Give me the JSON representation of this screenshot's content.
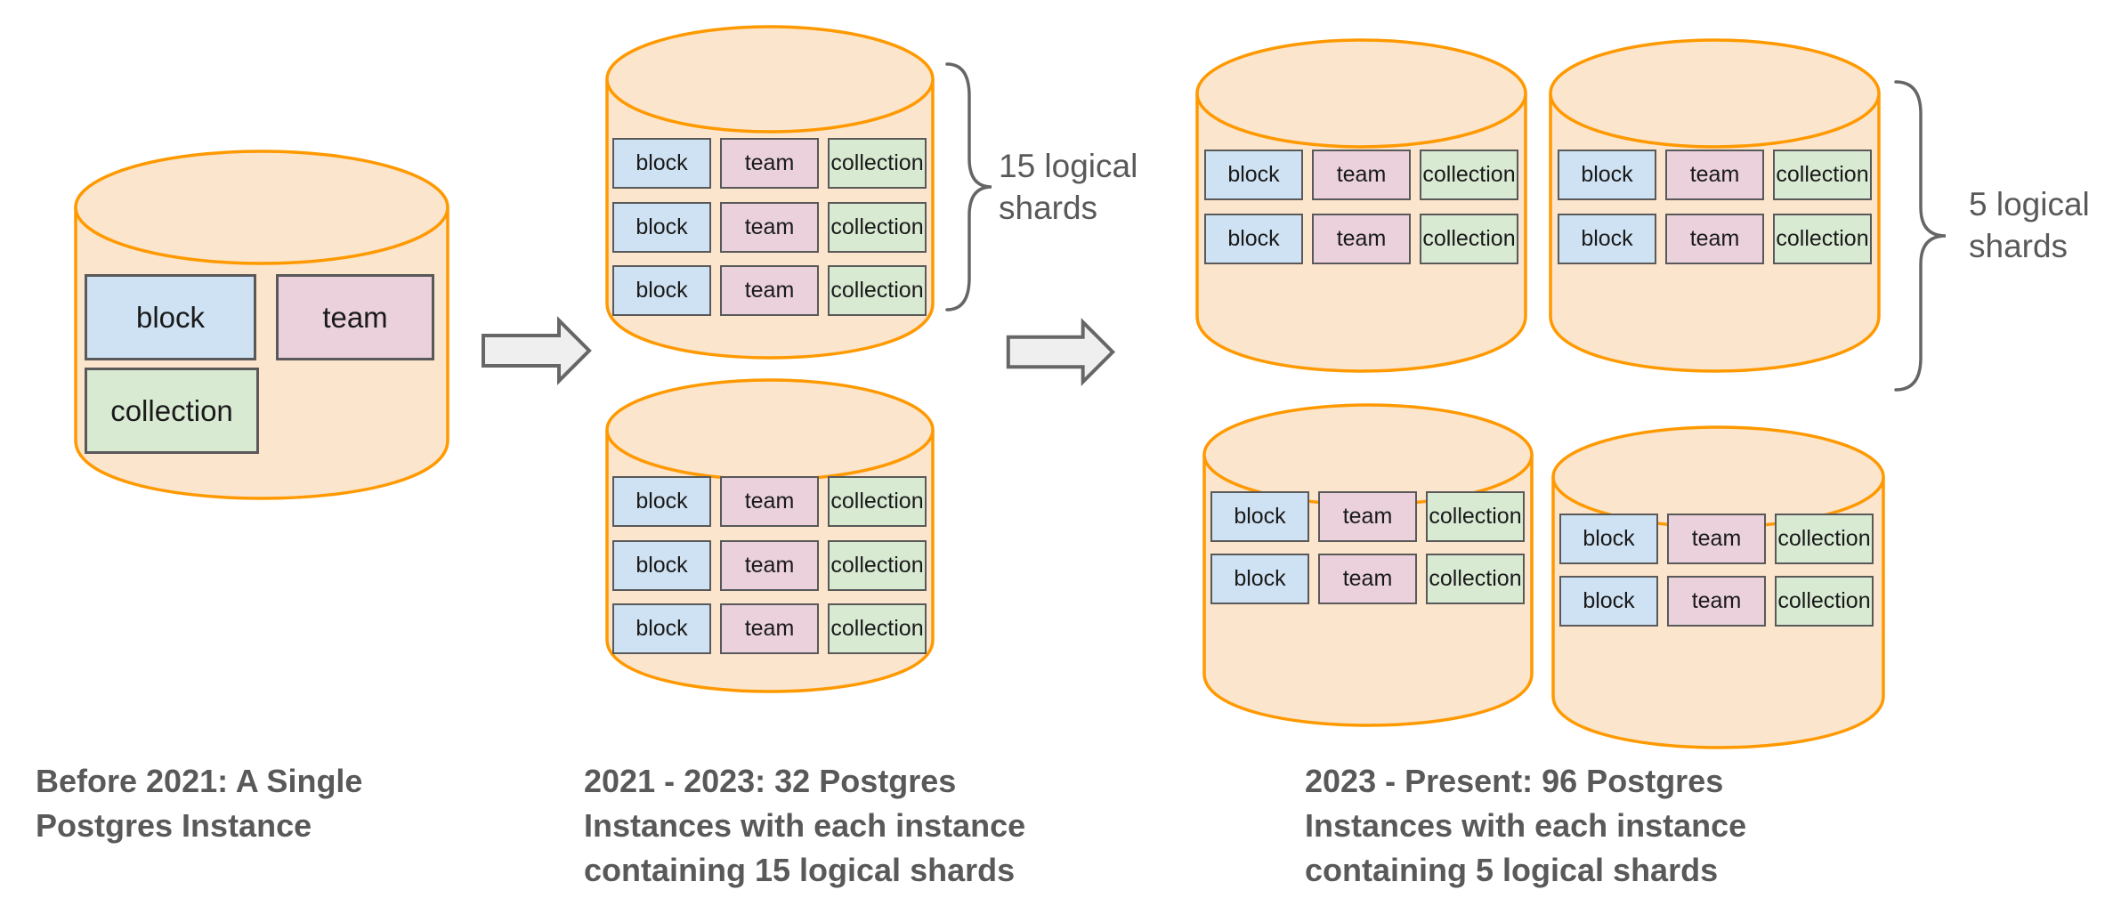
{
  "colors": {
    "cylinder_fill": "#FCE5CD",
    "cylinder_stroke": "#FF9900",
    "block_fill": "#CFE2F3",
    "team_fill": "#EAD1DC",
    "collection_fill": "#D9EAD3",
    "box_border": "#595959",
    "box_text": "#1A1A1A",
    "caption_color": "#595959",
    "annotation_color": "#595959",
    "arrow_fill": "#EFEFEF",
    "arrow_stroke": "#666666",
    "brace_color": "#666666",
    "background": "#FFFFFF"
  },
  "labels": {
    "block": "block",
    "team": "team",
    "collection": "collection"
  },
  "stages": [
    {
      "id": "before-2021",
      "caption": "Before 2021: A Single\nPostgres Instance"
    },
    {
      "id": "2021-2023",
      "caption": "2021 - 2023: 32 Postgres\nInstances with each instance\ncontaining 15 logical shards",
      "annotation": "15 logical\nshards"
    },
    {
      "id": "2023-present",
      "caption": "2023 - Present: 96 Postgres\nInstances with each instance\ncontaining 5 logical shards",
      "annotation": "5 logical\nshards"
    }
  ]
}
